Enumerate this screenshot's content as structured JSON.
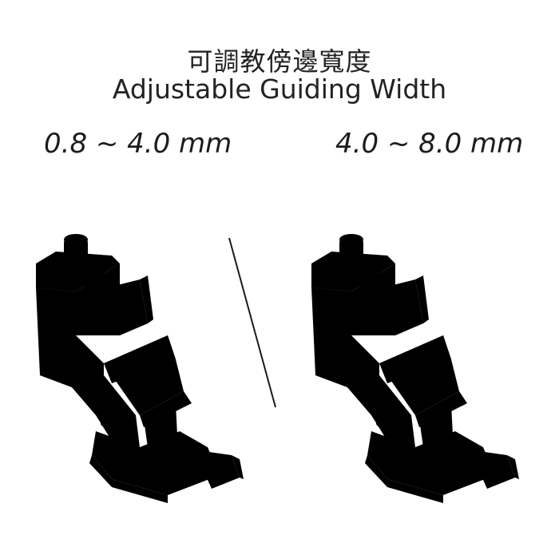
{
  "header": {
    "title_cn": "可調教傍邊寬度",
    "title_en": "Adjustable Guiding Width"
  },
  "presser_feet": [
    {
      "range_label": "0.8 ~ 4.0 mm"
    },
    {
      "range_label": "4.0 ~ 8.0 mm"
    }
  ]
}
